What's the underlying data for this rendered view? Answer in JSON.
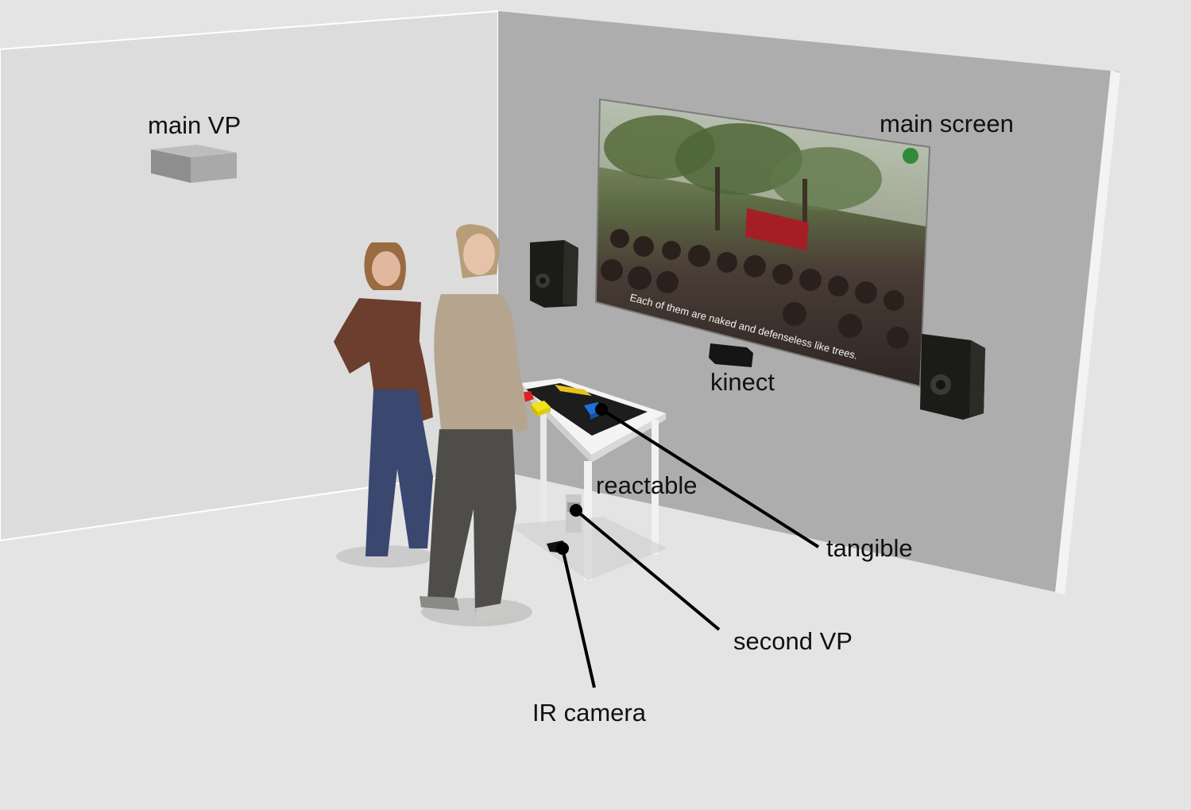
{
  "labels": {
    "main_vp": "main VP",
    "main_screen": "main screen",
    "kinect": "kinect",
    "reactable": "reactable",
    "tangible": "tangible",
    "second_vp": "second VP",
    "ir_camera": "IR camera"
  },
  "screen": {
    "subtitle": "Each of them are naked and defenseless like trees."
  },
  "colors": {
    "floor": "#e4e4e4",
    "left_wall": "#dcdcdc",
    "back_wall": "#adadad",
    "leader_line": "#000000",
    "tangible_red": "#e02020",
    "tangible_yellow": "#f2e21a",
    "tangible_blue": "#1f6fd8"
  }
}
